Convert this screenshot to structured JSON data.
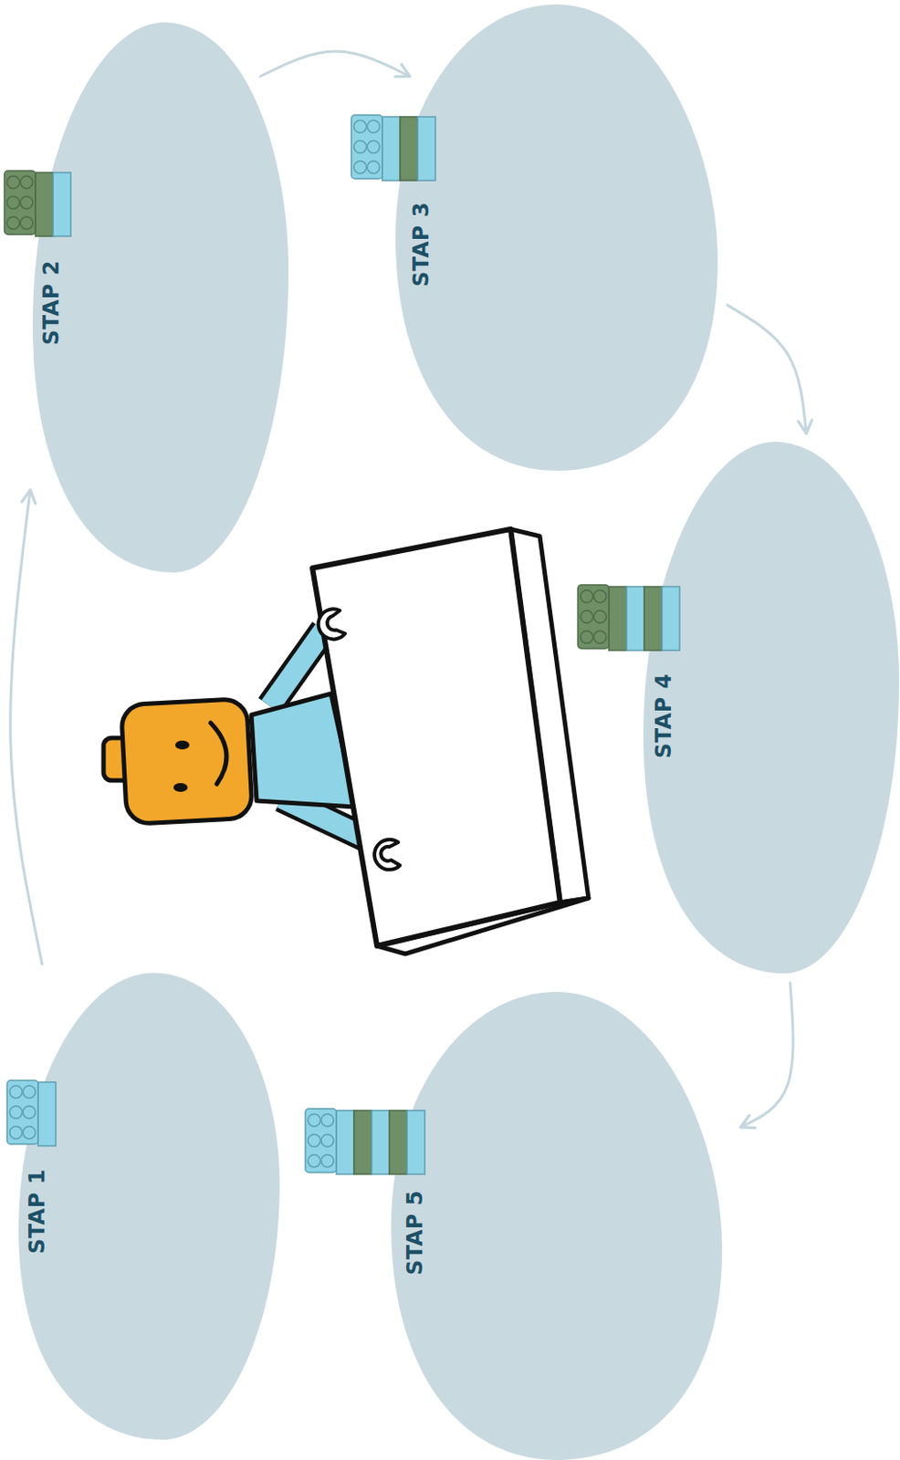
{
  "diagram": {
    "nodes": [
      {
        "text": [
          "STAP 1"
        ]
      },
      {
        "text": [
          "STAP 2"
        ]
      },
      {
        "text": [
          "STAP 3"
        ]
      },
      {
        "text": [
          "STAP 4"
        ]
      },
      {
        "text": [
          "STAP 5"
        ]
      }
    ],
    "edges": [
      {
        "from": 0,
        "to": 1,
        "arrow": "to"
      },
      {
        "from": 1,
        "to": 2,
        "arrow": "to"
      },
      {
        "from": 2,
        "to": 3,
        "arrow": "to"
      },
      {
        "from": 3,
        "to": 4,
        "arrow": "to"
      }
    ]
  }
}
